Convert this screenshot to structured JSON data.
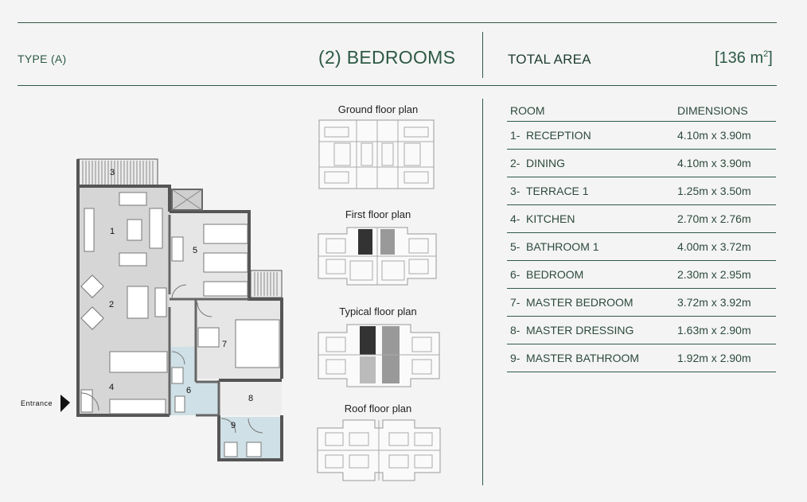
{
  "header": {
    "type_label": "TYPE (A)",
    "bedrooms_label": "(2) BEDROOMS",
    "total_area_label": "TOTAL AREA",
    "total_area_value": "[136 m",
    "total_area_sup": "2",
    "total_area_close": "]"
  },
  "floor_plan": {
    "entrance_label": "Entrance",
    "room_numbers": [
      "1",
      "2",
      "3",
      "4",
      "5",
      "6",
      "7",
      "8",
      "9"
    ]
  },
  "thumbnails": [
    {
      "title": "Ground floor plan"
    },
    {
      "title": "First floor plan"
    },
    {
      "title": "Typical floor plan"
    },
    {
      "title": "Roof floor plan"
    }
  ],
  "room_table": {
    "col_room": "ROOM",
    "col_dimensions": "DIMENSIONS",
    "rows": [
      {
        "num": "1-",
        "name": "RECEPTION",
        "dim": "4.10m x 3.90m"
      },
      {
        "num": "2-",
        "name": "DINING",
        "dim": "4.10m x 3.90m"
      },
      {
        "num": "3-",
        "name": "TERRACE 1",
        "dim": "1.25m x 3.50m"
      },
      {
        "num": "4-",
        "name": "KITCHEN",
        "dim": "2.70m x 2.76m"
      },
      {
        "num": "5-",
        "name": "BATHROOM 1",
        "dim": "4.00m x 3.72m"
      },
      {
        "num": "6-",
        "name": "BEDROOM",
        "dim": "2.30m x 2.95m"
      },
      {
        "num": "7-",
        "name": "MASTER BEDROOM",
        "dim": "3.72m x 3.92m"
      },
      {
        "num": "8-",
        "name": "MASTER DRESSING",
        "dim": "1.63m x 2.90m"
      },
      {
        "num": "9-",
        "name": "MASTER BATHROOM",
        "dim": "1.92m x 2.90m"
      }
    ]
  },
  "colors": {
    "accent": "#2d5a45",
    "background": "#f4f4f4",
    "wet_area": "#cfe0e6",
    "floor_fill": "#d9d9d9"
  }
}
